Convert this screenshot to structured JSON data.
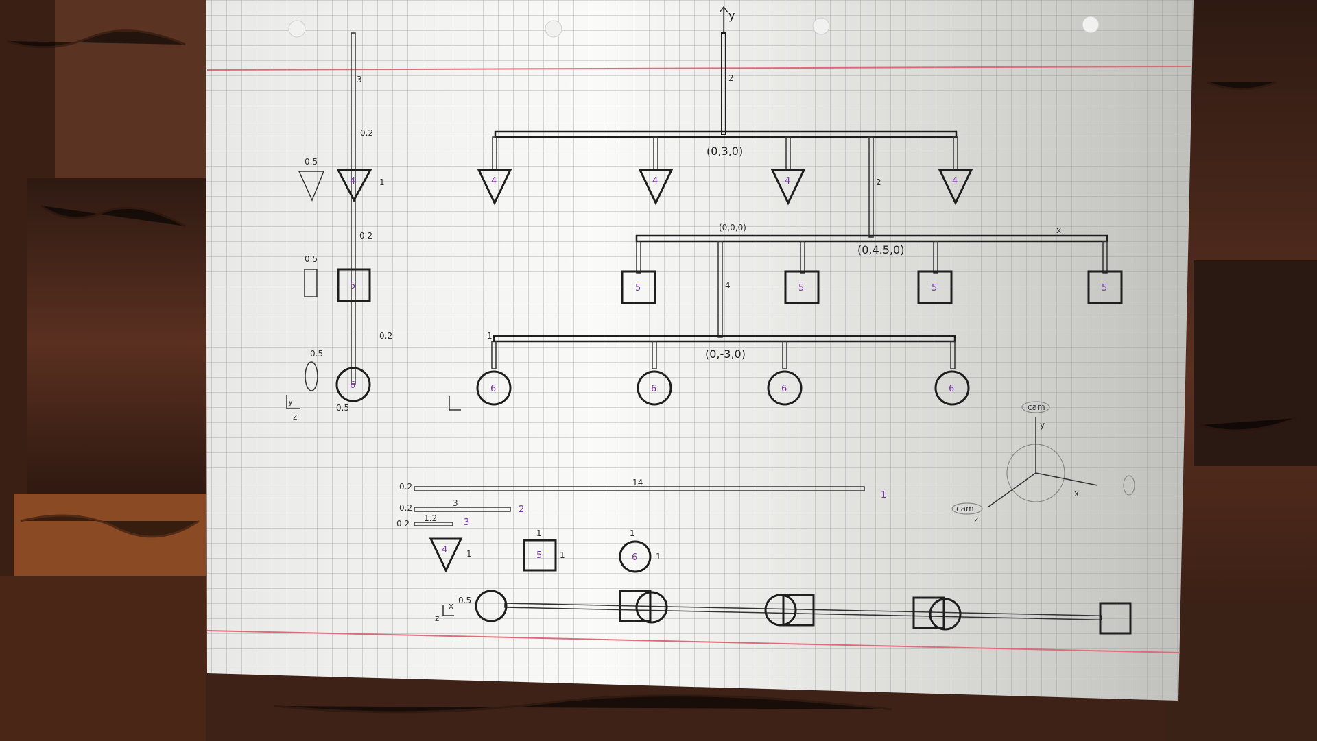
{
  "sketch": {
    "top_axis_label": "y",
    "segment_label_2": "2",
    "side_axis_label_x": "x",
    "top_level_coord": "(0,3,0)",
    "level2_coord_left": "(0,0,0)",
    "level2_coord_right": "(0,4.5,0)",
    "level3_coord": "(0,-3,0)",
    "top_shape_num": "4",
    "square_num": "5",
    "circle_num": "6",
    "mid_beam_label_2": "2",
    "mid_beam_label_4": "4",
    "mid_beam_label_1": "1"
  },
  "side_view": {
    "label_3": "3",
    "label_02_a": "0.2",
    "label_1": "1",
    "label_05_tri": "0.5",
    "label_05_sq": "0.5",
    "label_05_circ": "0.5",
    "label_02_b": "0.2",
    "label_02_c": "0.2",
    "label_05_bottom": "0.5",
    "shape_num_tri": "4",
    "shape_num_sq": "5",
    "shape_num_circ": "6",
    "axis_y": "y",
    "axis_z": "z"
  },
  "parts": {
    "beam_long_len": "14",
    "beam_long_num": "1",
    "beam_mid_len": "3",
    "beam_mid_num": "2",
    "beam_short_len": "1.2",
    "beam_short_num": "3",
    "thickness": "0.2",
    "shape_size": "1",
    "tri_num": "4",
    "sq_num": "5",
    "circ_num": "6"
  },
  "bottom_row": {
    "label_05": "0.5",
    "axis_x": "x",
    "axis_z": "z"
  },
  "camera": {
    "cam_label": "cam",
    "axis_y": "y",
    "axis_x": "x",
    "axis_z": "z",
    "cam_label_2": "cam"
  }
}
